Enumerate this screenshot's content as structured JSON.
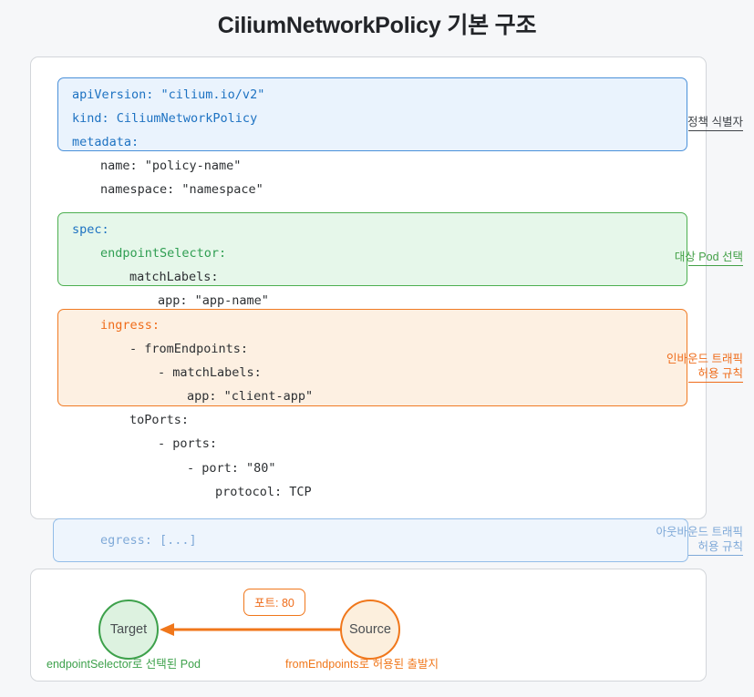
{
  "page": {
    "title": "CiliumNetworkPolicy 기본 구조",
    "background": "#f6f7f9"
  },
  "yaml": {
    "lines": [
      {
        "indent": 0,
        "text": "apiVersion: \"cilium.io/v2\"",
        "color": "blue"
      },
      {
        "indent": 0,
        "text": "kind: CiliumNetworkPolicy",
        "color": "blue"
      },
      {
        "indent": 0,
        "text": "metadata:",
        "color": "blue"
      },
      {
        "indent": 2,
        "text": "name: \"policy-name\"",
        "color": "dark"
      },
      {
        "indent": 2,
        "text": "namespace: \"namespace\"",
        "color": "dark"
      },
      {
        "indent": 0,
        "text": "spec:",
        "color": "blue"
      },
      {
        "indent": 2,
        "text": "endpointSelector:",
        "color": "green"
      },
      {
        "indent": 4,
        "text": "matchLabels:",
        "color": "dark"
      },
      {
        "indent": 6,
        "text": "app: \"app-name\"",
        "color": "dark"
      },
      {
        "indent": 2,
        "text": "ingress:",
        "color": "orange"
      },
      {
        "indent": 4,
        "text": "- fromEndpoints:",
        "color": "dark"
      },
      {
        "indent": 6,
        "text": "- matchLabels:",
        "color": "dark"
      },
      {
        "indent": 8,
        "text": "app: \"client-app\"",
        "color": "dark"
      },
      {
        "indent": 4,
        "text": "toPorts:",
        "color": "dark"
      },
      {
        "indent": 6,
        "text": "- ports:",
        "color": "dark"
      },
      {
        "indent": 8,
        "text": "- port: \"80\"",
        "color": "dark"
      },
      {
        "indent": 10,
        "text": "protocol: TCP",
        "color": "dark"
      },
      {
        "indent": 2,
        "text": "egress: [...]",
        "color": "faded"
      }
    ],
    "highlight_colors": {
      "metadata_block": "#4a90d9",
      "spec_block": "#4caf50",
      "ingress_block": "#f07a23",
      "egress_block": "#93bde8"
    }
  },
  "annotations": [
    {
      "text": "정책 식별자",
      "color": "#3e4247",
      "rule_width": 60
    },
    {
      "text": "대상 Pod 선택",
      "color": "#43a047",
      "rule_width": 60
    },
    {
      "text": "인바운드 트래픽\n허용 규칙",
      "color": "#ef6c1a",
      "rule_width": 60
    },
    {
      "text": "아웃바운드 트래픽\n허용 규칙",
      "color": "#7fa9d8",
      "rule_width": 60
    }
  ],
  "flow": {
    "target": {
      "label": "Target",
      "caption": "endpointSelector로 선택된 Pod",
      "fill": "#ddf2e0",
      "stroke": "#3da14b"
    },
    "source": {
      "label": "Source",
      "caption": "fromEndpoints로 허용된 출발지",
      "fill": "#fcefdd",
      "stroke": "#f0771b"
    },
    "edge": {
      "label": "포트: 80",
      "color": "#f0771b",
      "direction": "source-to-target"
    }
  }
}
